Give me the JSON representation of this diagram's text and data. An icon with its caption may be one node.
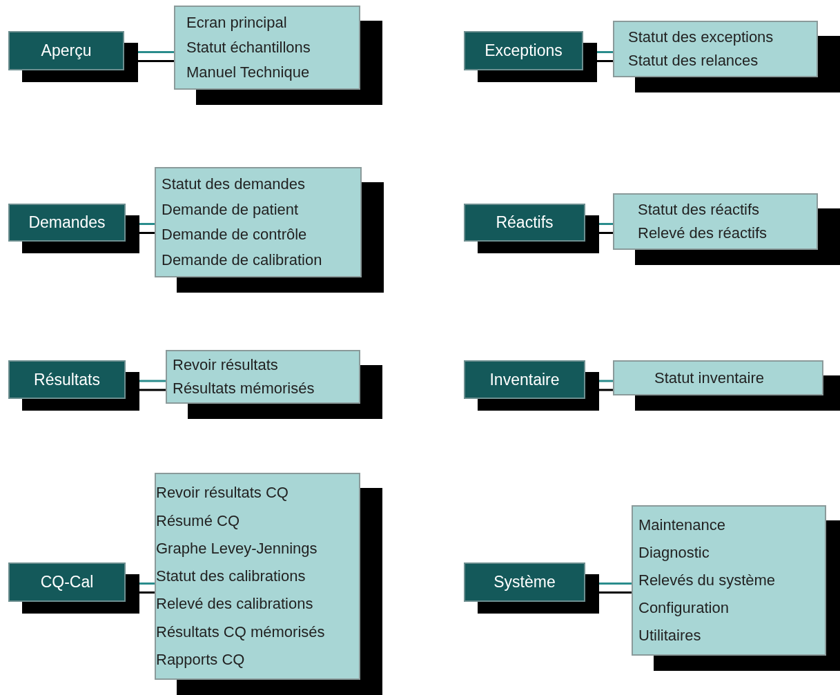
{
  "diagram": {
    "nodes": [
      {
        "text": [
          "Aperçu"
        ]
      },
      {
        "text": [
          "Ecran principal",
          "Statut échantillons",
          "Manuel Technique"
        ]
      },
      {
        "text": [
          "Exceptions"
        ]
      },
      {
        "text": [
          "Statut des exceptions",
          "Statut des relances"
        ]
      },
      {
        "text": [
          "Demandes"
        ]
      },
      {
        "text": [
          "Statut des demandes",
          "Demande de patient",
          "Demande de contrôle",
          "Demande de calibration"
        ]
      },
      {
        "text": [
          "Réactifs"
        ]
      },
      {
        "text": [
          "Statut des réactifs",
          "Relevé des réactifs"
        ]
      },
      {
        "text": [
          "Résultats"
        ]
      },
      {
        "text": [
          "Revoir résultats",
          "Résultats mémorisés"
        ]
      },
      {
        "text": [
          "Inventaire"
        ]
      },
      {
        "text": [
          "Statut inventaire"
        ]
      },
      {
        "text": [
          "CQ-Cal"
        ]
      },
      {
        "text": [
          "Revoir résultats CQ",
          "Résumé CQ",
          "Graphe Levey-Jennings",
          "Statut des calibrations",
          "Relevé des calibrations",
          "Résultats CQ mémorisés",
          "Rapports CQ"
        ]
      },
      {
        "text": [
          "Système"
        ]
      },
      {
        "text": [
          "Maintenance",
          "Diagnostic",
          "Relevés du système",
          "Configuration",
          "Utilitaires"
        ]
      }
    ],
    "edges": [
      {
        "from": 0,
        "to": 1,
        "arrow": "none"
      },
      {
        "from": 2,
        "to": 3,
        "arrow": "none"
      },
      {
        "from": 4,
        "to": 5,
        "arrow": "none"
      },
      {
        "from": 6,
        "to": 7,
        "arrow": "none"
      },
      {
        "from": 8,
        "to": 9,
        "arrow": "none"
      },
      {
        "from": 10,
        "to": 11,
        "arrow": "none"
      },
      {
        "from": 12,
        "to": 13,
        "arrow": "none"
      },
      {
        "from": 14,
        "to": 15,
        "arrow": "none"
      }
    ]
  }
}
